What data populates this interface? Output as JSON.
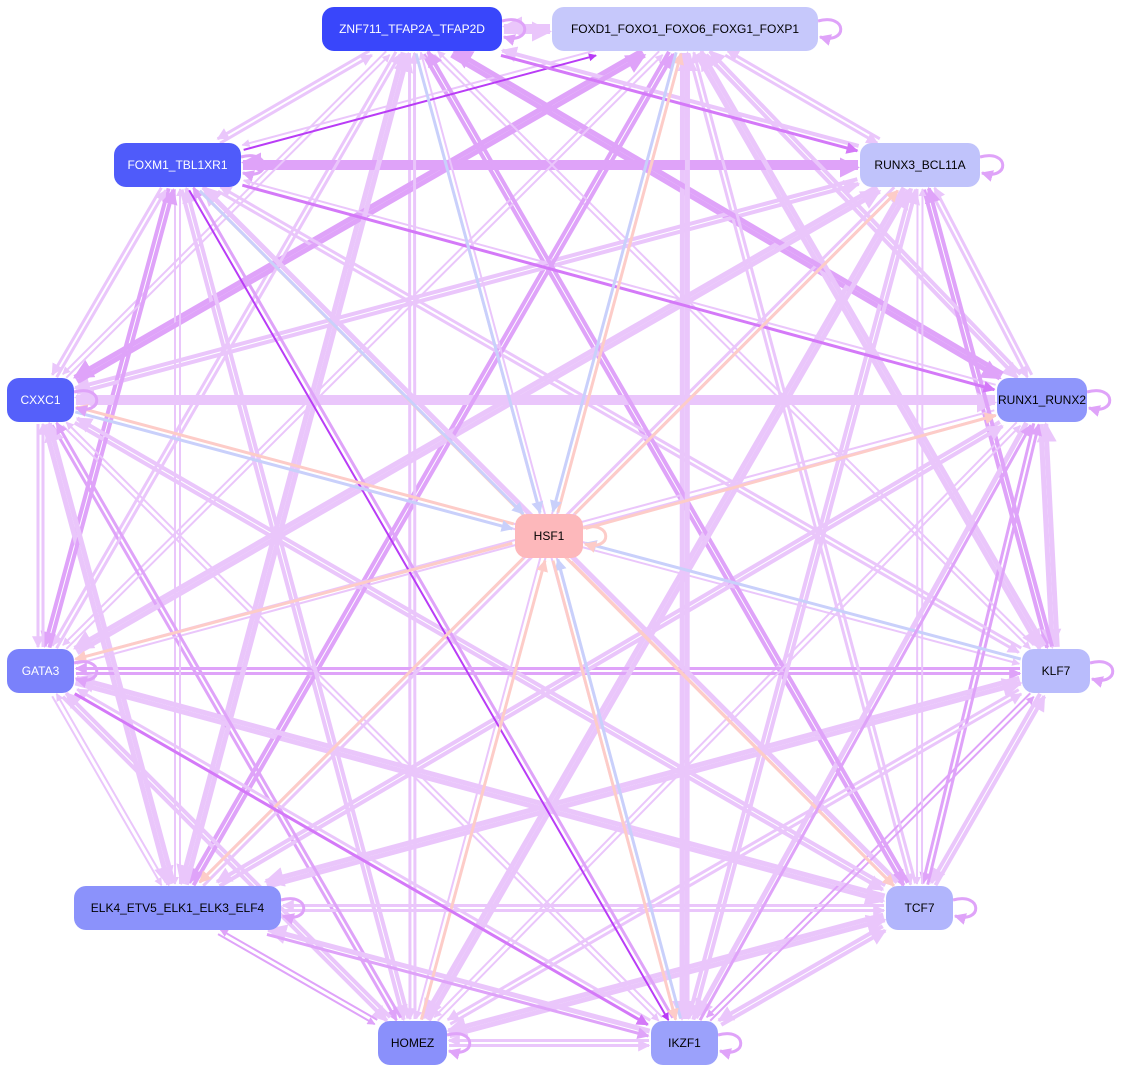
{
  "colors": {
    "default_edge": "#eac6fb",
    "strong_edge": "#dfa3f9",
    "magenta_edge": "#b93cf6",
    "purple_edge": "#d479f8",
    "orange_edge": "#fdccc8",
    "blue_edge": "#c9d0fb"
  },
  "nodes": [
    {
      "id": "ZNF711_TFAP2A_TFAP2D",
      "label": "ZNF711_TFAP2A_TFAP2D",
      "fill": "#3946fb",
      "text": "#ffffff"
    },
    {
      "id": "FOXD1_FOXO1_FOXO6_FOXG1_FOXP1",
      "label": "FOXD1_FOXO1_FOXO6_FOXG1_FOXP1",
      "fill": "#c6c8fb",
      "text": "#000000"
    },
    {
      "id": "RUNX3_BCL11A",
      "label": "RUNX3_BCL11A",
      "fill": "#c0c3fb",
      "text": "#000000"
    },
    {
      "id": "FOXM1_TBL1XR1",
      "label": "FOXM1_TBL1XR1",
      "fill": "#4f5bfa",
      "text": "#ffffff"
    },
    {
      "id": "CXXC1",
      "label": "CXXC1",
      "fill": "#5560fa",
      "text": "#ffffff"
    },
    {
      "id": "RUNX1_RUNX2",
      "label": "RUNX1_RUNX2",
      "fill": "#8f96fb",
      "text": "#000000"
    },
    {
      "id": "HSF1",
      "label": "HSF1",
      "fill": "#fdb8bb",
      "text": "#000000"
    },
    {
      "id": "GATA3",
      "label": "GATA3",
      "fill": "#7a81fb",
      "text": "#ffffff"
    },
    {
      "id": "KLF7",
      "label": "KLF7",
      "fill": "#b9bcfc",
      "text": "#000000"
    },
    {
      "id": "ELK4_ETV5_ELK1_ELK3_ELF4",
      "label": "ELK4_ETV5_ELK1_ELK3_ELF4",
      "fill": "#8b92fb",
      "text": "#000000"
    },
    {
      "id": "TCF7",
      "label": "TCF7",
      "fill": "#b1b5fc",
      "text": "#000000"
    },
    {
      "id": "HOMEZ",
      "label": "HOMEZ",
      "fill": "#8a90fb",
      "text": "#000000"
    },
    {
      "id": "IKZF1",
      "label": "IKZF1",
      "fill": "#9ba1fb",
      "text": "#000000"
    }
  ],
  "highlighted_edges": [
    {
      "source": "FOXM1_TBL1XR1",
      "target": "FOXD1_FOXO1_FOXO6_FOXG1_FOXP1",
      "type": "magenta_edge"
    },
    {
      "source": "FOXM1_TBL1XR1",
      "target": "IKZF1",
      "type": "magenta_edge"
    },
    {
      "source": "ZNF711_TFAP2A_TFAP2D",
      "target": "RUNX3_BCL11A",
      "type": "purple_edge"
    },
    {
      "source": "FOXM1_TBL1XR1",
      "target": "RUNX1_RUNX2",
      "type": "purple_edge"
    },
    {
      "source": "ZNF711_TFAP2A_TFAP2D",
      "target": "HSF1",
      "type": "blue_edge"
    },
    {
      "source": "HSF1",
      "target": "FOXD1_FOXO1_FOXO6_FOXG1_FOXP1",
      "type": "orange_edge"
    },
    {
      "source": "FOXD1_FOXO1_FOXO6_FOXG1_FOXP1",
      "target": "HSF1",
      "type": "blue_edge"
    },
    {
      "source": "HSF1",
      "target": "CXXC1",
      "type": "orange_edge"
    },
    {
      "source": "CXXC1",
      "target": "HSF1",
      "type": "blue_edge"
    },
    {
      "source": "HSF1",
      "target": "RUNX1_RUNX2",
      "type": "orange_edge"
    },
    {
      "source": "HSF1",
      "target": "RUNX3_BCL11A",
      "type": "orange_edge"
    },
    {
      "source": "HSF1",
      "target": "GATA3",
      "type": "orange_edge"
    },
    {
      "source": "HSF1",
      "target": "ELK4_ETV5_ELK1_ELK3_ELF4",
      "type": "orange_edge"
    },
    {
      "source": "KLF7",
      "target": "HSF1",
      "type": "blue_edge"
    },
    {
      "source": "HSF1",
      "target": "TCF7",
      "type": "orange_edge"
    },
    {
      "source": "FOXM1_TBL1XR1",
      "target": "TCF7",
      "type": "orange_edge"
    },
    {
      "source": "FOXM1_TBL1XR1",
      "target": "HSF1",
      "type": "blue_edge"
    },
    {
      "source": "HOMEZ",
      "target": "HSF1",
      "type": "orange_edge"
    },
    {
      "source": "IKZF1",
      "target": "HSF1",
      "type": "blue_edge"
    },
    {
      "source": "HSF1",
      "target": "IKZF1",
      "type": "orange_edge"
    },
    {
      "source": "IKZF1",
      "target": "RUNX1_RUNX2",
      "type": "strong_edge"
    },
    {
      "source": "GATA3",
      "target": "IKZF1",
      "type": "purple_edge"
    },
    {
      "source": "ELK4_ETV5_ELK1_ELK3_ELF4",
      "target": "IKZF1",
      "type": "strong_edge"
    }
  ]
}
